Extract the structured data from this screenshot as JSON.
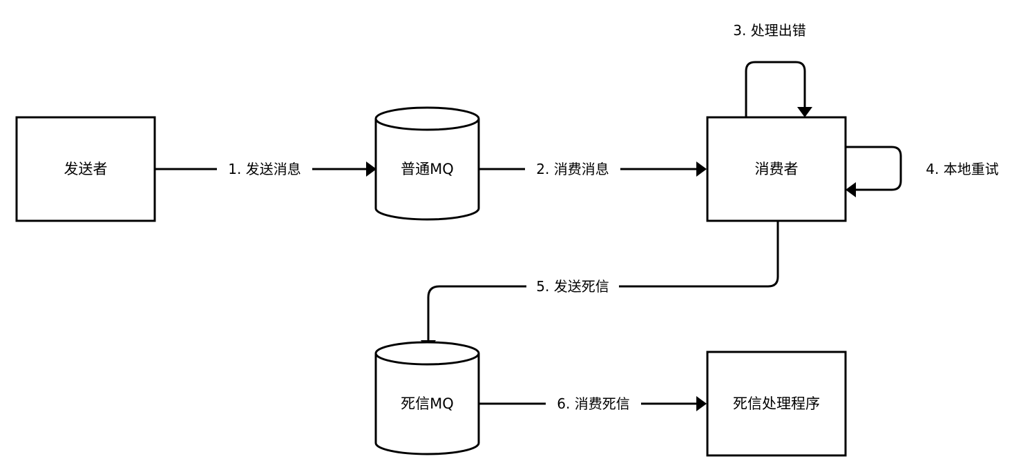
{
  "nodes": {
    "sender": "发送者",
    "normal_mq": "普通MQ",
    "consumer": "消费者",
    "dead_letter_mq": "死信MQ",
    "dead_letter_handler": "死信处理程序"
  },
  "edges": {
    "send_message": "1. 发送消息",
    "consume_message": "2. 消费消息",
    "handle_error": "3. 处理出错",
    "local_retry": "4. 本地重试",
    "send_dead_letter": "5. 发送死信",
    "consume_dead_letter": "6. 消费死信"
  },
  "colors": {
    "stroke": "#000000",
    "fill": "#ffffff"
  }
}
